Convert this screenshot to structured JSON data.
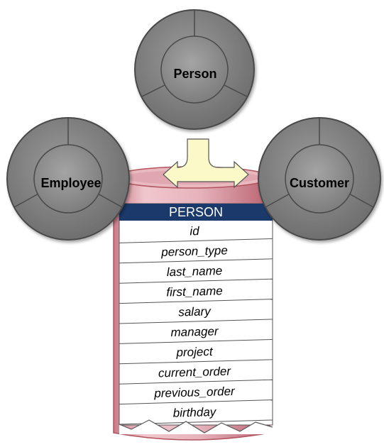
{
  "objects": {
    "person": "Person",
    "employee": "Employee",
    "customer": "Customer"
  },
  "table": {
    "name": "PERSON",
    "columns": [
      "id",
      "person_type",
      "last_name",
      "first_name",
      "salary",
      "manager",
      "project",
      "current_order",
      "previous_order",
      "birthday"
    ]
  },
  "colors": {
    "cylinder_fill": "#e7b3bb",
    "cylinder_edge": "#b2535f",
    "header_band": "#1b3a6b",
    "object_fill": "#8a8a8a",
    "connector_fill": "#fbf9c8"
  }
}
